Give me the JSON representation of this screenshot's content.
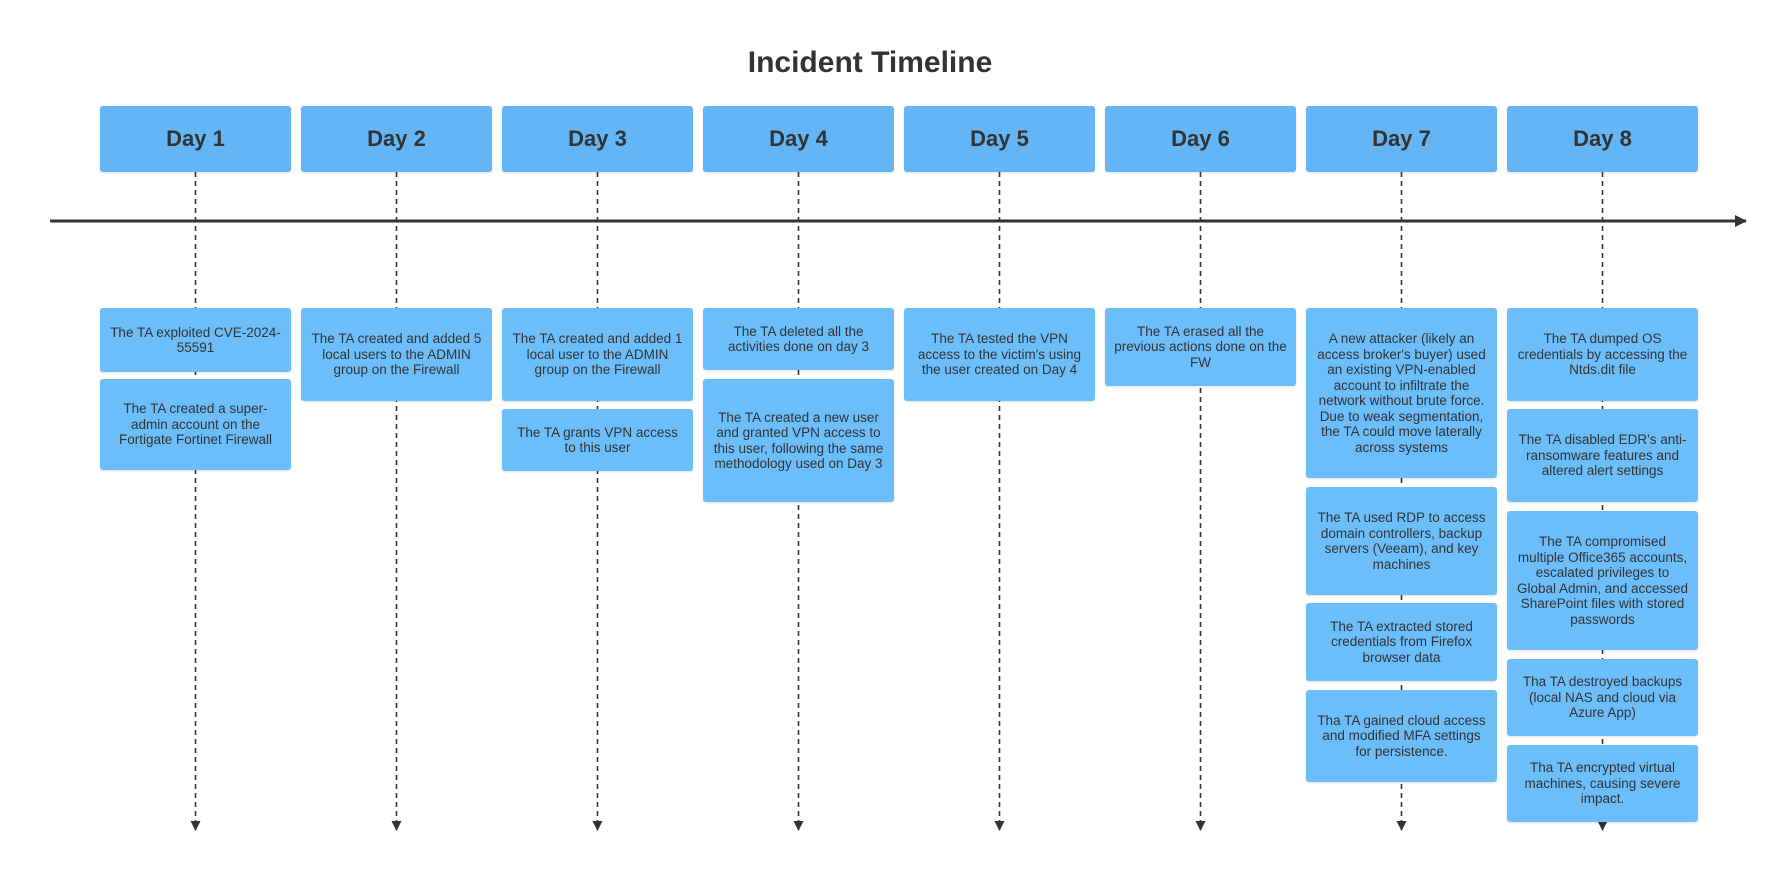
{
  "title": "Incident Timeline",
  "colors": {
    "box": "#6cbefa",
    "header": "#64b5f6",
    "text": "#333333",
    "axis": "#333333"
  },
  "days": [
    {
      "label": "Day 1",
      "events": [
        "The TA exploited CVE-2024-55591",
        "The TA created a super-admin account on the Fortigate Fortinet Firewall"
      ]
    },
    {
      "label": "Day 2",
      "events": [
        "The TA created and added 5 local users to the ADMIN group on the Firewall"
      ]
    },
    {
      "label": "Day 3",
      "events": [
        "The TA created and added 1 local user to the ADMIN group on the Firewall",
        "The TA grants VPN access to this user"
      ]
    },
    {
      "label": "Day 4",
      "events": [
        "The TA deleted all the activities done on day 3",
        "The TA created a new user and granted VPN access to this user, following the same methodology used on Day 3"
      ]
    },
    {
      "label": "Day 5",
      "events": [
        "The TA tested the VPN access to the victim's using the user created on Day 4"
      ]
    },
    {
      "label": "Day 6",
      "events": [
        "The TA erased all the previous actions done on the FW"
      ]
    },
    {
      "label": "Day 7",
      "events": [
        "A new attacker (likely an access broker's buyer) used an existing VPN-enabled account to infiltrate the network without brute force. Due to weak segmentation, the TA could move laterally across systems",
        "The TA used RDP to access domain controllers, backup servers (Veeam), and key machines",
        "The TA extracted stored credentials from Firefox browser data",
        "Tha TA gained cloud access and modified MFA settings for persistence."
      ]
    },
    {
      "label": "Day 8",
      "events": [
        "The TA dumped OS credentials by accessing the Ntds.dit file",
        "The TA disabled EDR's anti-ransomware features and altered alert settings",
        "The TA compromised multiple Office365 accounts, escalated privileges to Global Admin, and accessed SharePoint files with stored passwords",
        "Tha TA destroyed backups (local NAS and cloud via Azure App)",
        "Tha TA encrypted virtual machines, causing severe impact."
      ]
    }
  ]
}
